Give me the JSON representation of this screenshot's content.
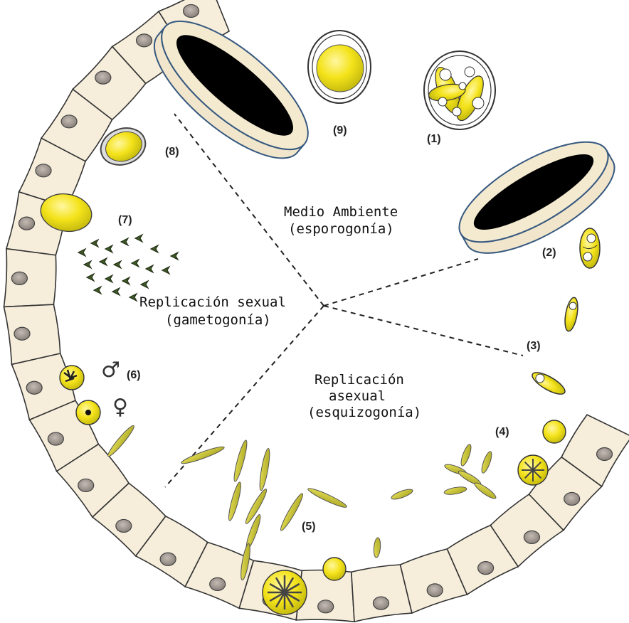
{
  "sections": {
    "env_line1": "Medio Ambiente",
    "env_line2": "(esporogonía)",
    "sexual_line1": "Replicación sexual",
    "sexual_line2": "(gametogonía)",
    "asexual_line1": "Replicación",
    "asexual_line2": "asexual",
    "asexual_line3": "(esquizogonía)"
  },
  "stages": {
    "s1": "(1)",
    "s2": "(2)",
    "s3": "(3)",
    "s4": "(4)",
    "s5": "(5)",
    "s6": "(6)",
    "s7": "(7)",
    "s8": "(8)",
    "s9": "(9)"
  },
  "symbols": {
    "male": "♂",
    "female": "♀"
  },
  "colors": {
    "cell_fill": "#f6eedb",
    "cell_stroke": "#333333",
    "nucleus": "#9e948e",
    "parasite_yellow": "#f3e21a",
    "parasite_olive": "#c9c436",
    "gamete_green": "#3f5a26",
    "oocyst_outline": "#36587f"
  }
}
